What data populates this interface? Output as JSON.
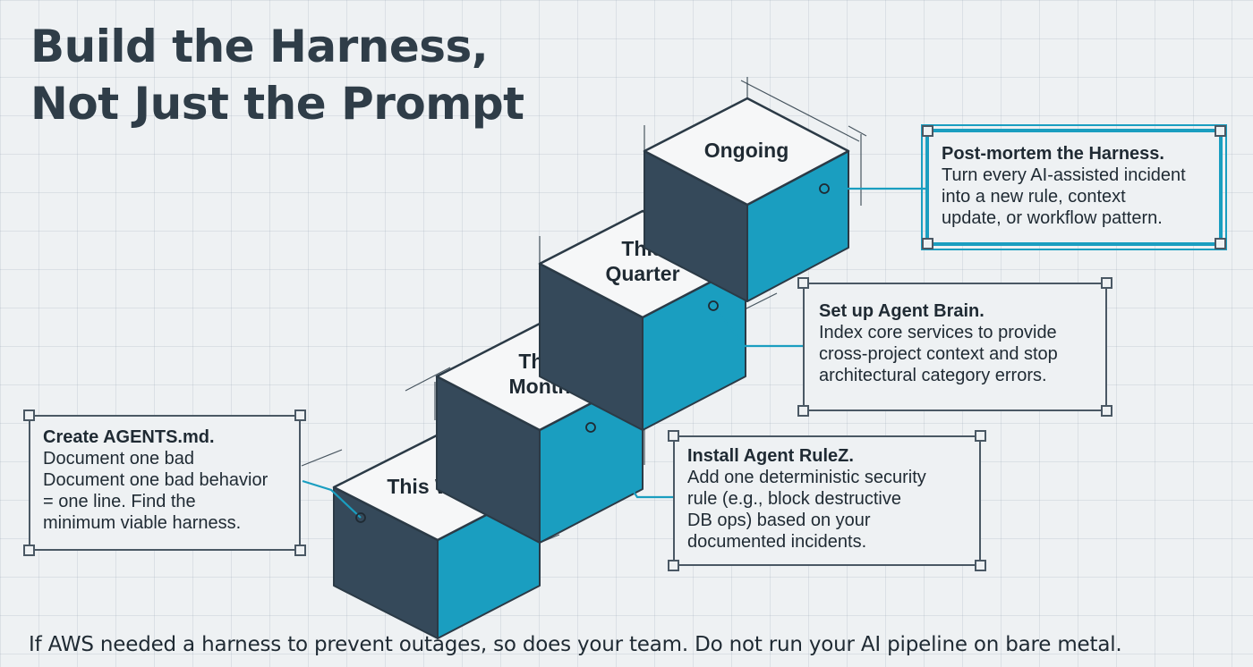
{
  "title": {
    "line1": "Build the Harness,",
    "line2": "Not Just the Prompt"
  },
  "steps": [
    {
      "label_lines": [
        "This Week"
      ]
    },
    {
      "label_lines": [
        "This",
        "Month"
      ]
    },
    {
      "label_lines": [
        "This",
        "Quarter"
      ]
    },
    {
      "label_lines": [
        "Ongoing"
      ]
    }
  ],
  "cards": {
    "this_week": {
      "heading": "Create AGENTS.md.",
      "body_lines": [
        "Document one bad",
        "Document one bad behavior",
        "= one line. Find the",
        "minimum viable harness."
      ]
    },
    "this_month": {
      "heading": "Install Agent RuleZ.",
      "body_lines": [
        "Add one deterministic security",
        "rule (e.g., block destructive",
        "DB ops) based on your",
        "documented incidents."
      ]
    },
    "this_quarter": {
      "heading": "Set up Agent Brain.",
      "body_lines": [
        "Index core services to provide",
        "cross-project context and stop",
        "architectural category errors."
      ]
    },
    "ongoing": {
      "heading": "Post-mortem the Harness.",
      "body_lines": [
        "Turn every AI-assisted incident",
        "into a new rule, context",
        "update, or workflow pattern."
      ]
    }
  },
  "footer": "If AWS needed a harness to prevent outages, so does your team. Do not run your AI pipeline on bare metal.",
  "colors": {
    "background": "#eef1f3",
    "top_face": "#f6f7f8",
    "left_face": "#35495a",
    "right_face": "#1a9ec0",
    "outline": "#2b3a46",
    "connector": "#1a9ec0",
    "highlight_border": "#1a9ec0"
  }
}
